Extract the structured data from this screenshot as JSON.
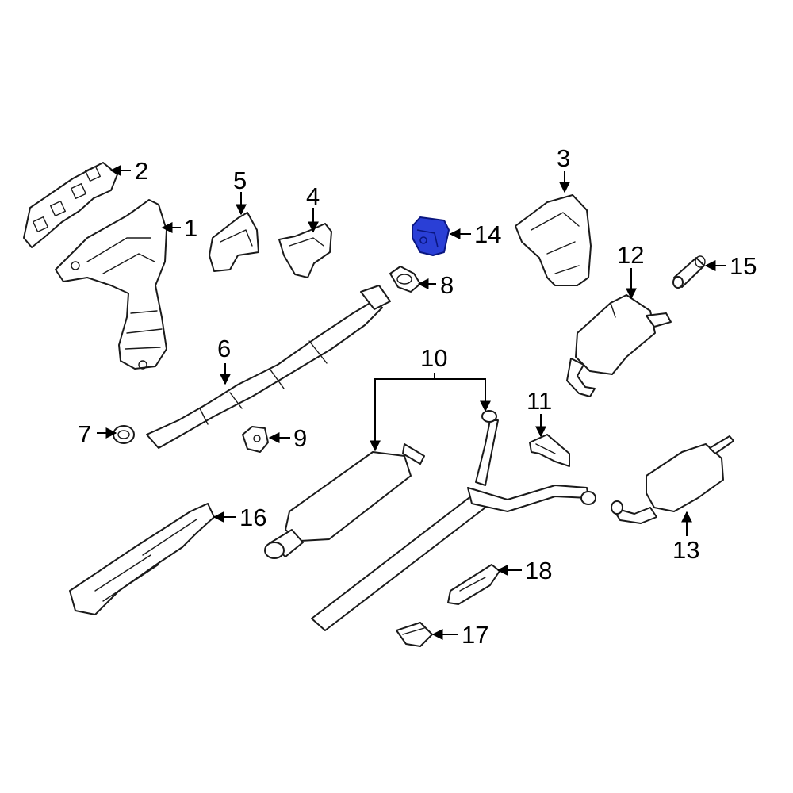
{
  "callouts": {
    "c1": "1",
    "c2": "2",
    "c3": "3",
    "c4": "4",
    "c5": "5",
    "c6": "6",
    "c7": "7",
    "c8": "8",
    "c9": "9",
    "c10": "10",
    "c11": "11",
    "c12": "12",
    "c13": "13",
    "c14": "14",
    "c15": "15",
    "c16": "16",
    "c17": "17",
    "c18": "18"
  },
  "colors": {
    "highlight": "#2a3fd6",
    "line": "#1a1a1a"
  },
  "highlighted_part": "14"
}
